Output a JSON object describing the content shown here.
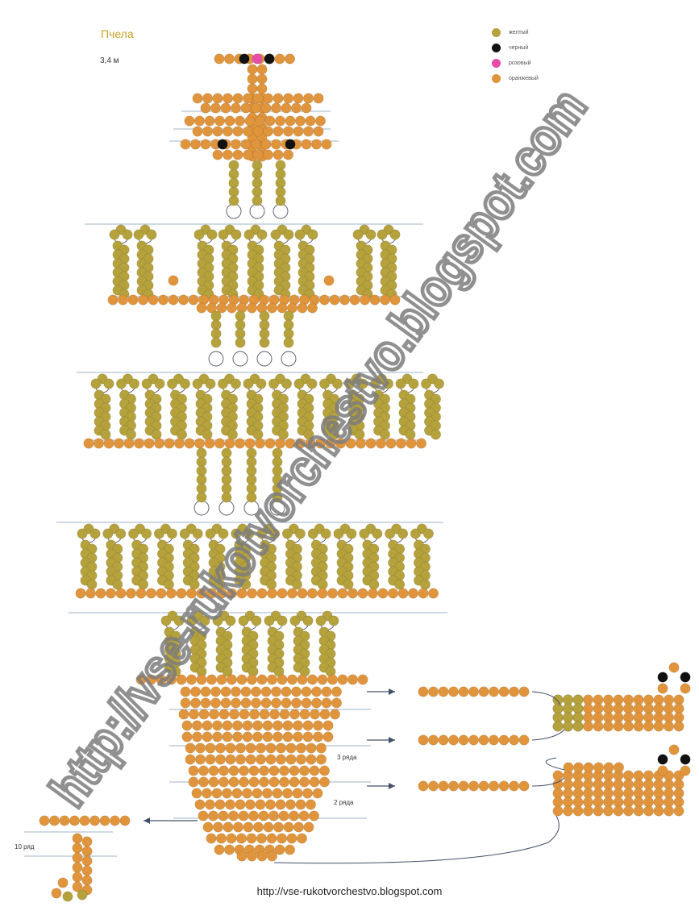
{
  "title": "Пчела",
  "size": "3,4 м",
  "legend": [
    {
      "label": "желтый",
      "color": "#b5a23c"
    },
    {
      "label": "черный",
      "color": "#111111"
    },
    {
      "label": "розовый",
      "color": "#e64ca8"
    },
    {
      "label": "оранжевый",
      "color": "#e0953c"
    }
  ],
  "annotations": {
    "label_3": "3 ряда",
    "label_2": "2 ряда",
    "label_10": "10 ряд"
  },
  "watermark": "http://vse-rukotvorchestvo.blogspot.com",
  "footer": "http://vse-rukotvorchestvo.blogspot.com",
  "colors": {
    "yellow": "#b5a23c",
    "orange": "#e0953c",
    "black": "#111111",
    "pink": "#e64ca8",
    "guide": "#9fb3c8",
    "watermark": "#7d7d7d"
  }
}
